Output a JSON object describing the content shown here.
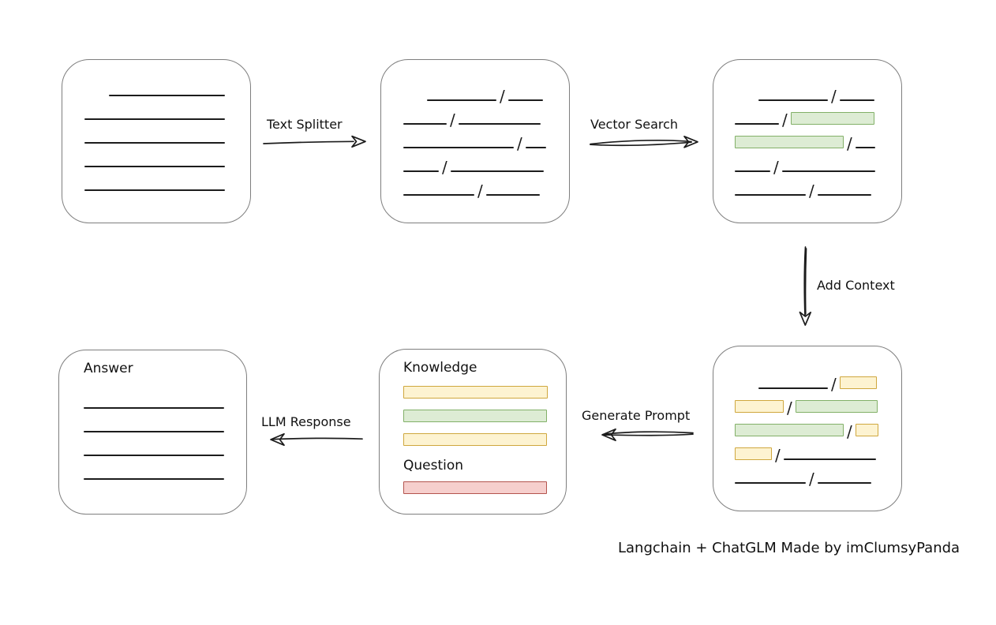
{
  "title": "Langchain + ChatGLM pipeline diagram",
  "caption": "Langchain + ChatGLM Made by imClumsyPanda",
  "glyphs": {
    "slash": "/"
  },
  "colors": {
    "ink": "#1c1c1c",
    "box_border": "#7e7e7e",
    "green_fill": "#ddecd4",
    "green_border": "#82b068",
    "yellow_fill": "#fdf3d1",
    "yellow_border": "#cfa73e",
    "red_fill": "#f6cfcd",
    "red_border": "#b4544e"
  },
  "labels": {
    "text_splitter": "Text Splitter",
    "vector_search": "Vector Search",
    "add_context": "Add Context",
    "generate_prompt": "Generate Prompt",
    "llm_response": "LLM Response"
  },
  "boxes": {
    "document": {
      "rows": [
        [
          {
            "t": "sp",
            "w": 31
          },
          {
            "t": "line",
            "w": 147
          }
        ],
        [
          {
            "t": "line",
            "w": 178
          }
        ],
        [
          {
            "t": "line",
            "w": 178
          }
        ],
        [
          {
            "t": "line",
            "w": 178
          }
        ],
        [
          {
            "t": "line",
            "w": 178
          }
        ]
      ]
    },
    "chunks": {
      "rows": [
        [
          {
            "t": "sp",
            "w": 30
          },
          {
            "t": "line",
            "w": 88
          },
          {
            "t": "slash"
          },
          {
            "t": "line",
            "w": 44
          }
        ],
        [
          {
            "t": "line",
            "w": 55
          },
          {
            "t": "slash"
          },
          {
            "t": "line",
            "w": 104
          }
        ],
        [
          {
            "t": "line",
            "w": 140
          },
          {
            "t": "slash"
          },
          {
            "t": "line",
            "w": 26
          }
        ],
        [
          {
            "t": "line",
            "w": 45
          },
          {
            "t": "slash"
          },
          {
            "t": "line",
            "w": 118
          }
        ],
        [
          {
            "t": "line",
            "w": 90
          },
          {
            "t": "slash"
          },
          {
            "t": "line",
            "w": 68
          }
        ]
      ]
    },
    "chunks_matched": {
      "rows": [
        [
          {
            "t": "sp",
            "w": 30
          },
          {
            "t": "line",
            "w": 88
          },
          {
            "t": "slash"
          },
          {
            "t": "line",
            "w": 44
          }
        ],
        [
          {
            "t": "line",
            "w": 56
          },
          {
            "t": "slash"
          },
          {
            "t": "chunk",
            "c": "green",
            "w": 106
          }
        ],
        [
          {
            "t": "chunk",
            "c": "green",
            "w": 138
          },
          {
            "t": "slash"
          },
          {
            "t": "line",
            "w": 25
          }
        ],
        [
          {
            "t": "line",
            "w": 45
          },
          {
            "t": "slash"
          },
          {
            "t": "line",
            "w": 118
          }
        ],
        [
          {
            "t": "line",
            "w": 90
          },
          {
            "t": "slash"
          },
          {
            "t": "line",
            "w": 68
          }
        ]
      ]
    },
    "chunks_context": {
      "rows": [
        [
          {
            "t": "sp",
            "w": 30
          },
          {
            "t": "line",
            "w": 88
          },
          {
            "t": "slash"
          },
          {
            "t": "chunk",
            "c": "yellow",
            "w": 47
          }
        ],
        [
          {
            "t": "chunk",
            "c": "yellow",
            "w": 62
          },
          {
            "t": "slash"
          },
          {
            "t": "chunk",
            "c": "green",
            "w": 104
          }
        ],
        [
          {
            "t": "chunk",
            "c": "green",
            "w": 138
          },
          {
            "t": "slash"
          },
          {
            "t": "chunk",
            "c": "yellow",
            "w": 29
          }
        ],
        [
          {
            "t": "chunk",
            "c": "yellow",
            "w": 47
          },
          {
            "t": "slash"
          },
          {
            "t": "line",
            "w": 117
          }
        ],
        [
          {
            "t": "line",
            "w": 90
          },
          {
            "t": "slash"
          },
          {
            "t": "line",
            "w": 68
          }
        ]
      ]
    },
    "prompt": {
      "knowledge_label": "Knowledge",
      "question_label": "Question",
      "knowledge_bars": [
        {
          "c": "yellow",
          "w": 183
        },
        {
          "c": "green",
          "w": 182
        },
        {
          "c": "yellow",
          "w": 182
        }
      ],
      "question_bars": [
        {
          "c": "red",
          "w": 182
        }
      ]
    },
    "answer": {
      "label": "Answer",
      "rows": [
        [
          {
            "t": "line",
            "w": 180
          }
        ],
        [
          {
            "t": "line",
            "w": 180
          }
        ],
        [
          {
            "t": "line",
            "w": 180
          }
        ],
        [
          {
            "t": "line",
            "w": 180
          }
        ]
      ]
    }
  }
}
